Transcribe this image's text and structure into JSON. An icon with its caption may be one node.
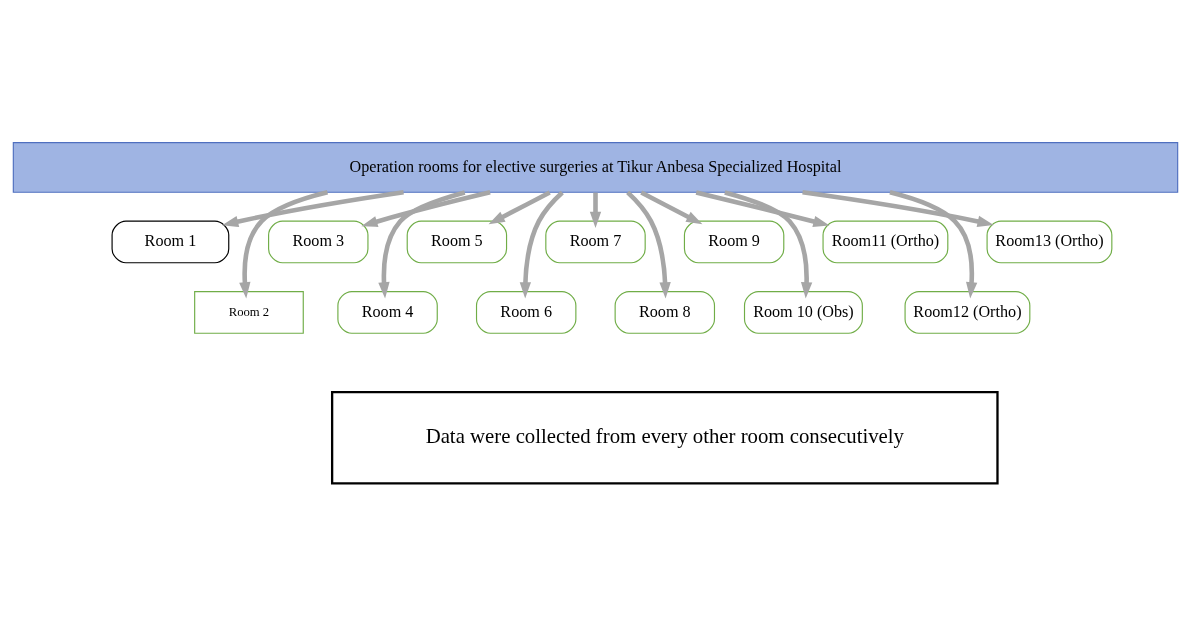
{
  "diagram": {
    "nodes": [
      {
        "text": [
          "Operation rooms for elective surgeries at Tikur Anbesa Specialized Hospital"
        ]
      },
      {
        "text": [
          "Room 1"
        ]
      },
      {
        "text": [
          "Room 2"
        ]
      },
      {
        "text": [
          "Room 3"
        ]
      },
      {
        "text": [
          "Room 4"
        ]
      },
      {
        "text": [
          "Room 5"
        ]
      },
      {
        "text": [
          "Room 6"
        ]
      },
      {
        "text": [
          "Room 7"
        ]
      },
      {
        "text": [
          "Room 8"
        ]
      },
      {
        "text": [
          "Room 9"
        ]
      },
      {
        "text": [
          "Room 10 (Obs)"
        ]
      },
      {
        "text": [
          "Room11 (Ortho)"
        ]
      },
      {
        "text": [
          "Room12 (Ortho)"
        ]
      },
      {
        "text": [
          "Room13 (Ortho)"
        ]
      },
      {
        "text": [
          "Data were collected from every other room consecutively"
        ]
      }
    ],
    "edges": [
      {
        "from": 0,
        "to": 1,
        "arrow": "to"
      },
      {
        "from": 0,
        "to": 2,
        "arrow": "to"
      },
      {
        "from": 0,
        "to": 3,
        "arrow": "to"
      },
      {
        "from": 0,
        "to": 4,
        "arrow": "to"
      },
      {
        "from": 0,
        "to": 5,
        "arrow": "to"
      },
      {
        "from": 0,
        "to": 6,
        "arrow": "to"
      },
      {
        "from": 0,
        "to": 7,
        "arrow": "to"
      },
      {
        "from": 0,
        "to": 8,
        "arrow": "to"
      },
      {
        "from": 0,
        "to": 9,
        "arrow": "to"
      },
      {
        "from": 0,
        "to": 10,
        "arrow": "to"
      },
      {
        "from": 0,
        "to": 11,
        "arrow": "to"
      },
      {
        "from": 0,
        "to": 12,
        "arrow": "to"
      },
      {
        "from": 0,
        "to": 13,
        "arrow": "to"
      }
    ]
  }
}
